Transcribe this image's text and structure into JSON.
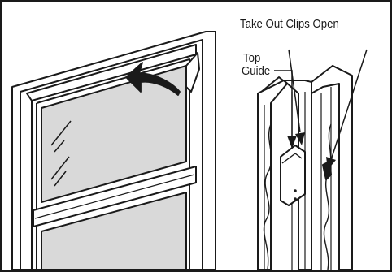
{
  "labels": {
    "take_out_clips": "Take Out Clips Open",
    "top_guide_line1": "Top",
    "top_guide_line2": "Guide"
  },
  "colors": {
    "ink": "#1a1a1a",
    "glass": "#d9d9d9",
    "background": "#ffffff"
  }
}
